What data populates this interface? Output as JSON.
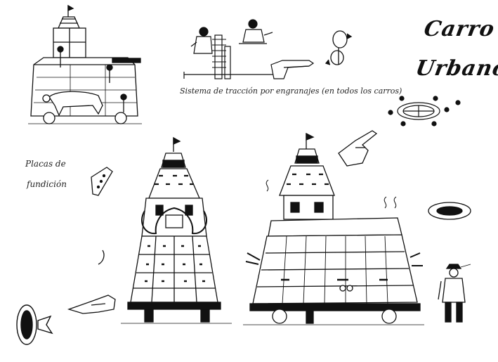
{
  "title": {
    "line1": "Carro",
    "line2": "Urbano"
  },
  "captions": {
    "gear_system": "Sistema de tracción por engranajes (en todos los carros)",
    "plates_line1": "Placas de",
    "plates_line2": "fundición"
  },
  "colors": {
    "ink": "#111111",
    "paper": "#ffffff"
  }
}
